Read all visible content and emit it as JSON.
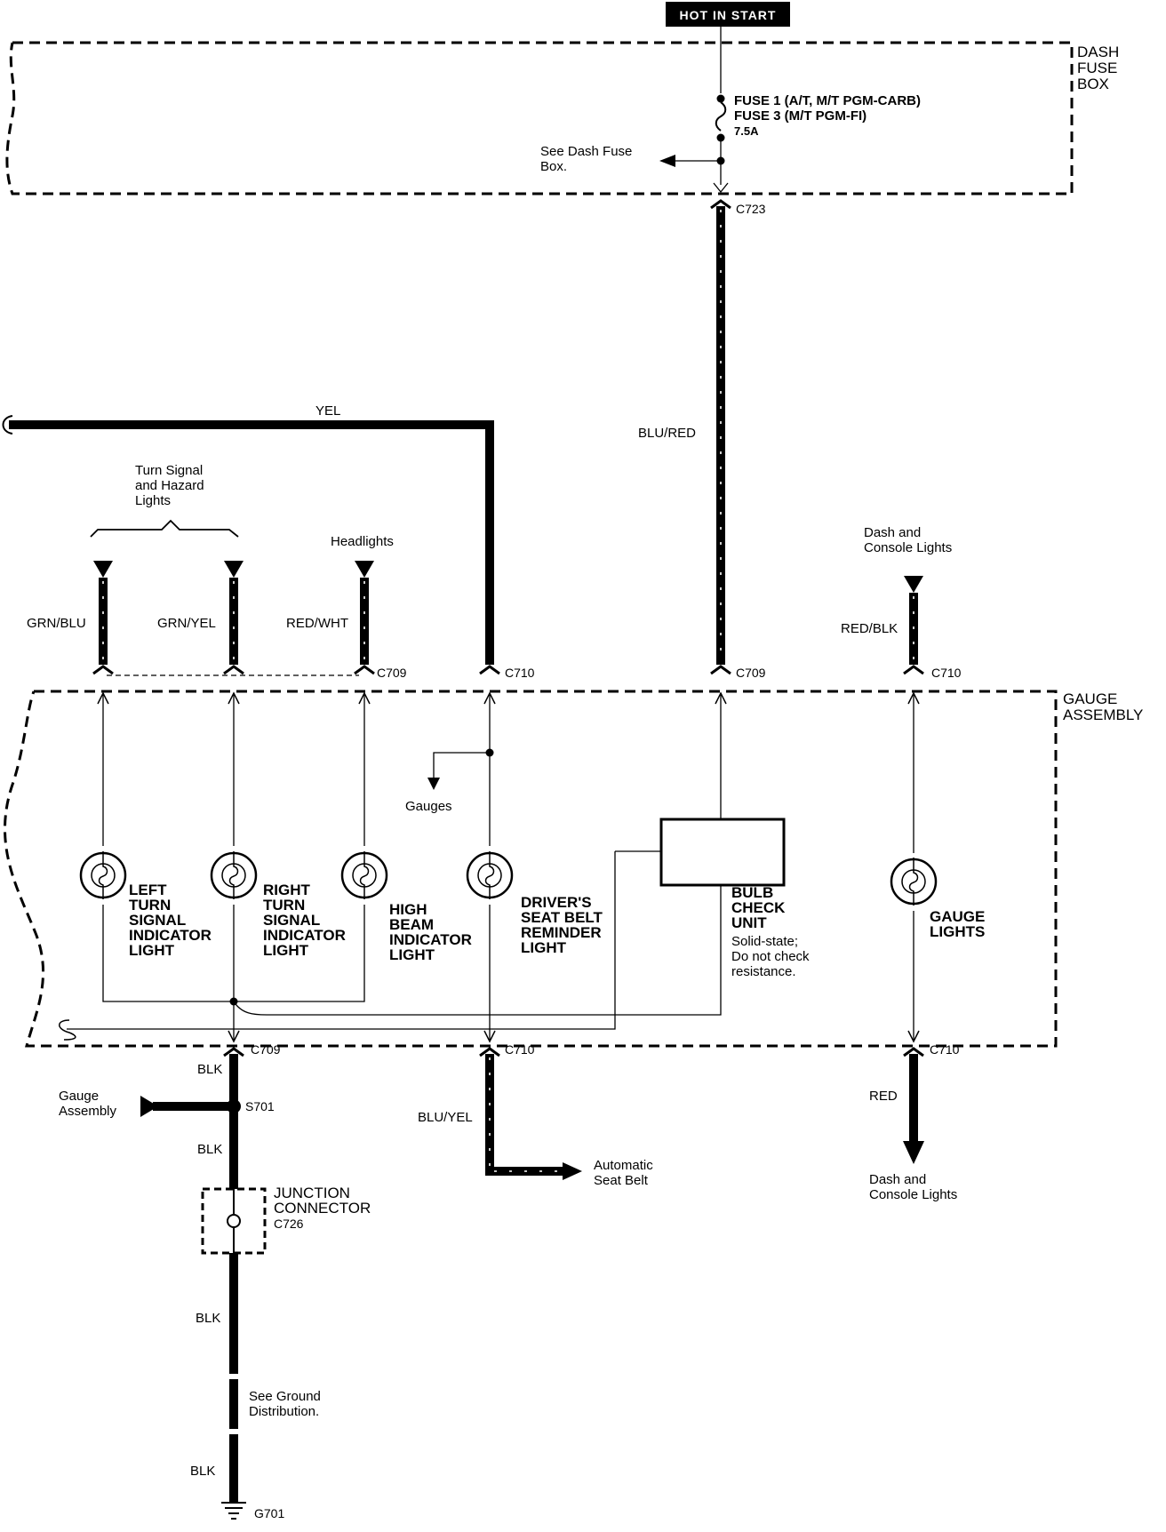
{
  "power": {
    "label": "HOT IN START"
  },
  "dash_fuse_box": {
    "title_lines": [
      "DASH",
      "FUSE",
      "BOX"
    ],
    "fuse_lines": [
      "FUSE 1 (A/T, M/T PGM-CARB)",
      "FUSE 3 (M/T PGM-FI)",
      "7.5A"
    ],
    "see_lines": [
      "See Dash Fuse",
      "Box."
    ]
  },
  "connectors": {
    "c723": "C723",
    "c709": "C709",
    "c710": "C710",
    "s701": "S701",
    "c726": "C726",
    "g701": "G701"
  },
  "wires": {
    "blu_red": "BLU/RED",
    "yel": "YEL",
    "grn_blu": "GRN/BLU",
    "grn_yel": "GRN/YEL",
    "red_wht": "RED/WHT",
    "red_blk": "RED/BLK",
    "blk": "BLK",
    "blu_yel": "BLU/YEL",
    "red": "RED"
  },
  "inputs": {
    "turn_signal": [
      "Turn Signal",
      "and Hazard",
      "Lights"
    ],
    "headlights": "Headlights",
    "dash_console_top": [
      "Dash and",
      "Console Lights"
    ]
  },
  "gauge_assembly": {
    "title_lines": [
      "GAUGE",
      "ASSEMBLY"
    ],
    "gauges": "Gauges",
    "lamps": [
      {
        "lines": [
          "LEFT",
          "TURN",
          "SIGNAL",
          "INDICATOR",
          "LIGHT"
        ]
      },
      {
        "lines": [
          "RIGHT",
          "TURN",
          "SIGNAL",
          "INDICATOR",
          "LIGHT"
        ]
      },
      {
        "lines": [
          "HIGH",
          "BEAM",
          "INDICATOR",
          "LIGHT"
        ]
      },
      {
        "lines": [
          "DRIVER'S",
          "SEAT BELT",
          "REMINDER",
          "LIGHT"
        ]
      },
      {
        "lines": [
          "GAUGE",
          "LIGHTS"
        ]
      }
    ],
    "bulb_check": {
      "title_lines": [
        "BULB",
        "CHECK",
        "UNIT"
      ],
      "note_lines": [
        "Solid-state;",
        "Do not check",
        "resistance."
      ]
    }
  },
  "outputs": {
    "gauge_assembly_lines": [
      "Gauge",
      "Assembly"
    ],
    "junction_lines": [
      "JUNCTION",
      "CONNECTOR"
    ],
    "ground_dist_lines": [
      "See Ground",
      "Distribution."
    ],
    "auto_seat_belt_lines": [
      "Automatic",
      "Seat Belt"
    ],
    "dash_console_bottom": [
      "Dash and",
      "Console Lights"
    ]
  }
}
